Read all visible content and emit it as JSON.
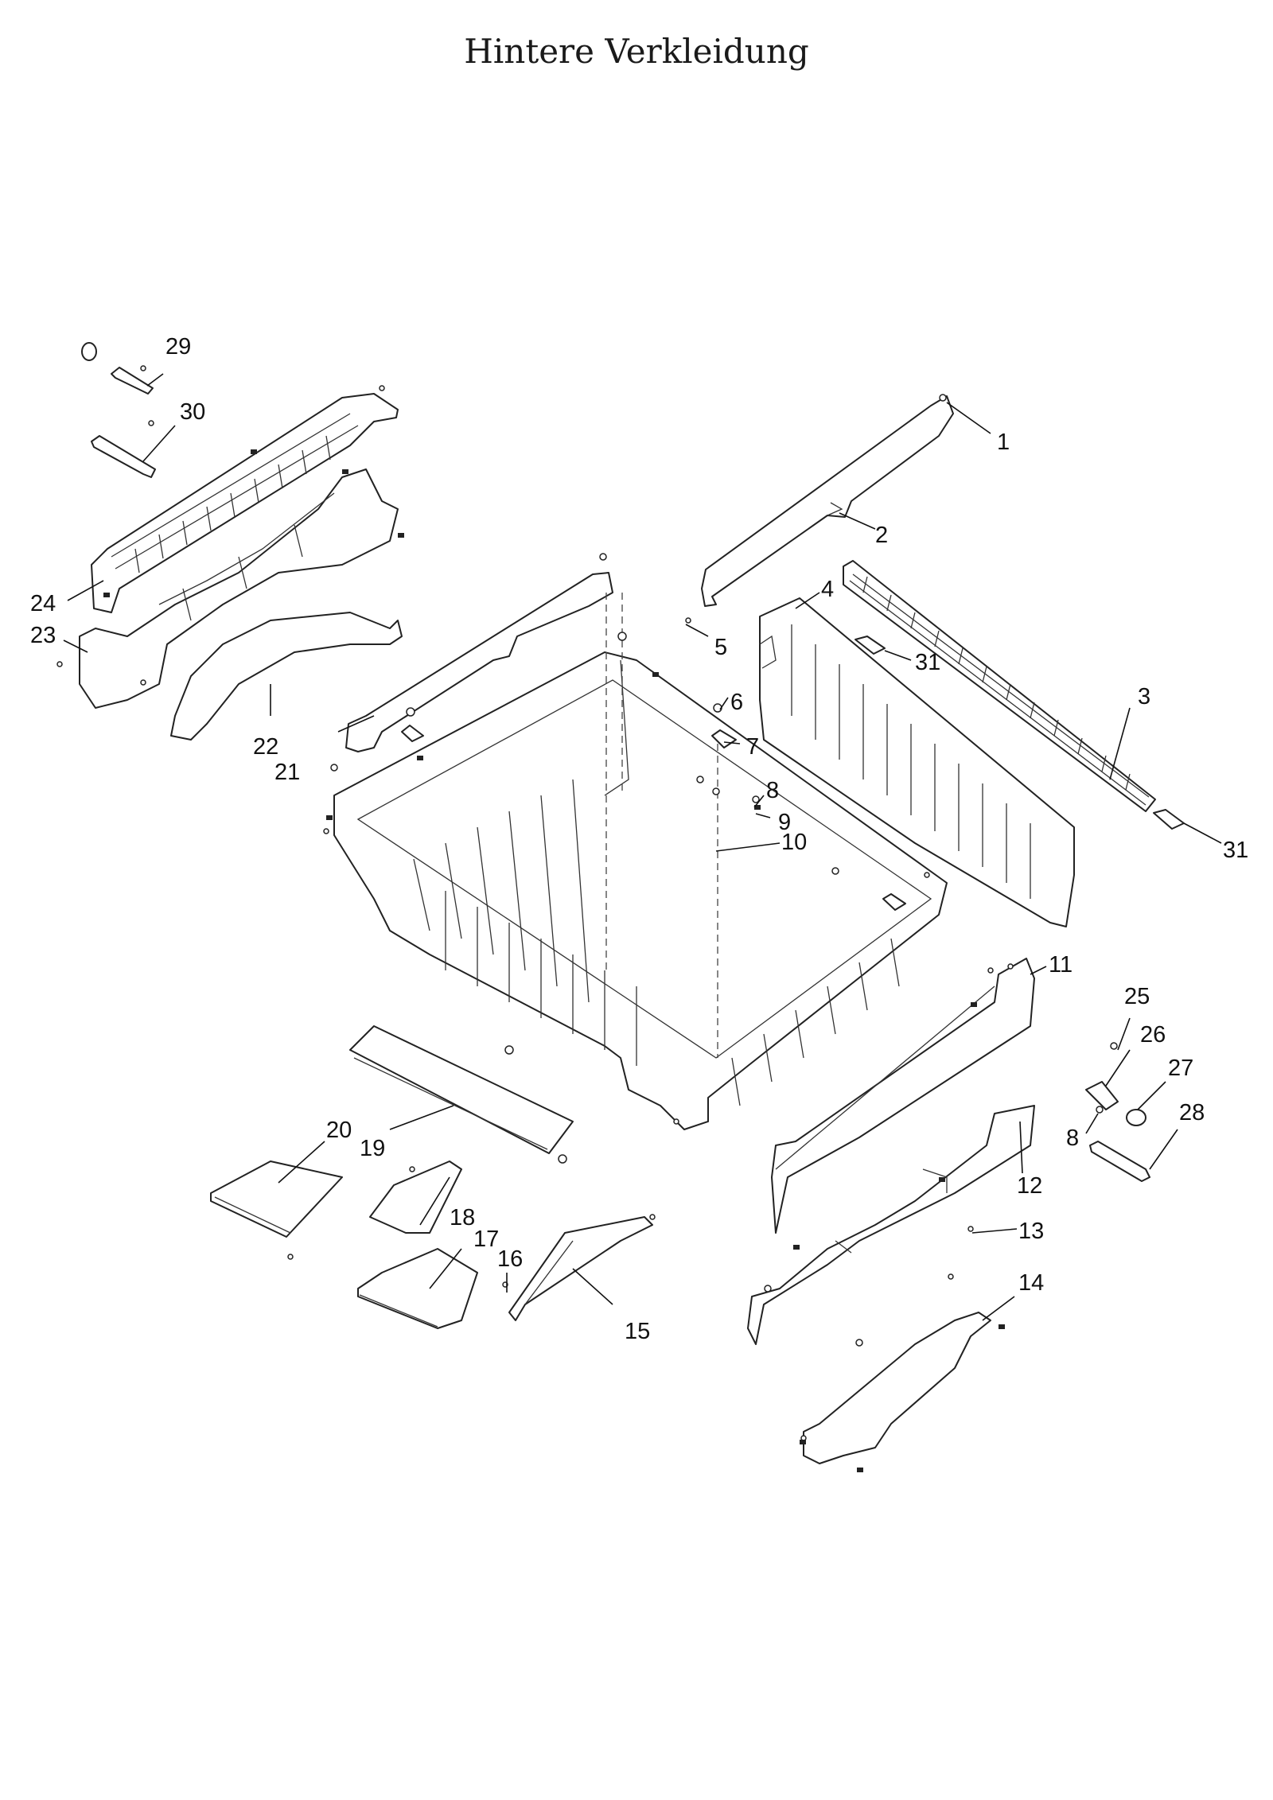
{
  "title": "Hintere Verkleidung",
  "callouts": [
    "1",
    "2",
    "3",
    "4",
    "5",
    "6",
    "7",
    "8",
    "9",
    "10",
    "11",
    "12",
    "13",
    "14",
    "15",
    "16",
    "17",
    "18",
    "19",
    "20",
    "21",
    "22",
    "23",
    "24",
    "25",
    "26",
    "27",
    "28",
    "29",
    "30",
    "31"
  ],
  "extra_callouts": [
    "8",
    "31"
  ]
}
